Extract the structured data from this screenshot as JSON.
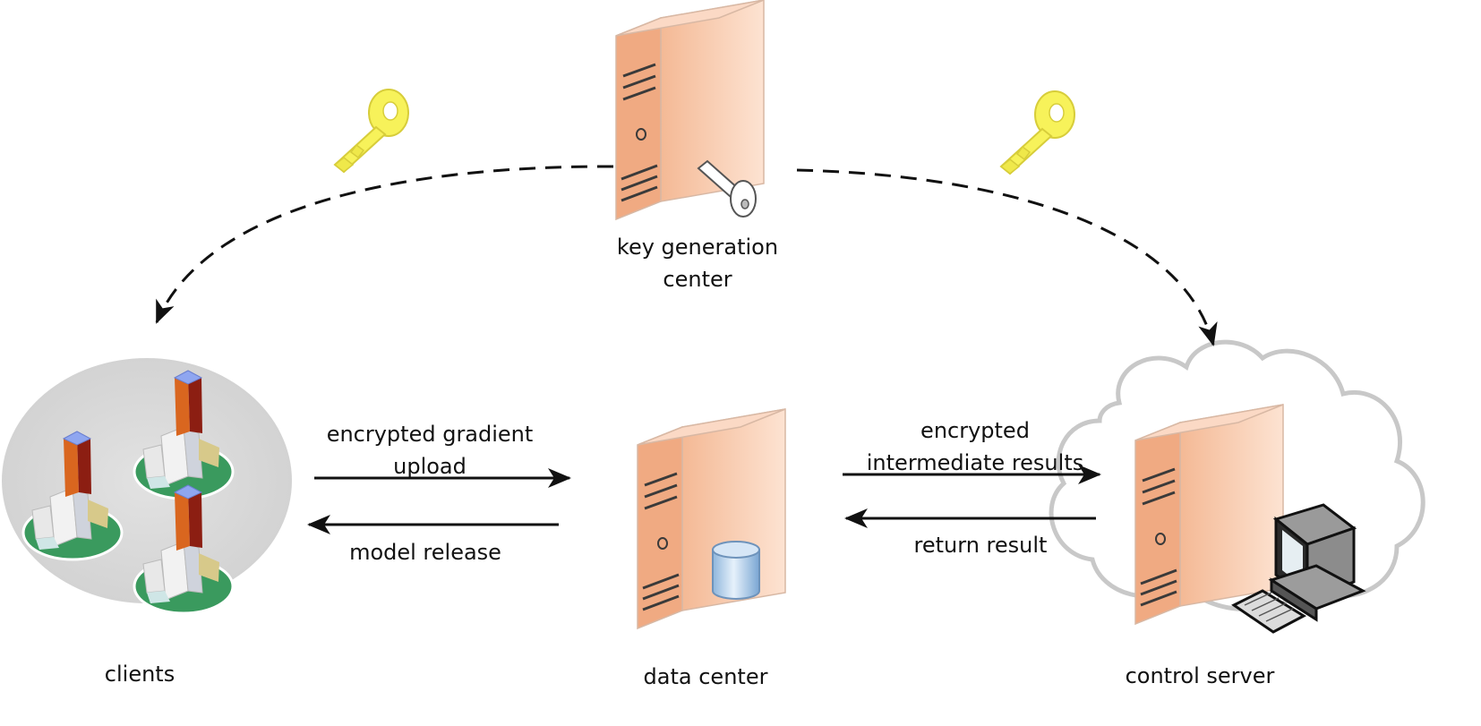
{
  "nodes": {
    "key_center": {
      "label_line1": "key generation",
      "label_line2": "center"
    },
    "clients": {
      "label": "clients"
    },
    "data_center": {
      "label": "data center"
    },
    "control_server": {
      "label": "control server"
    }
  },
  "edges": {
    "upload": {
      "label_line1": "encrypted gradient",
      "label_line2": "upload"
    },
    "release": {
      "label": "model release"
    },
    "intermediate": {
      "label_line1": "encrypted",
      "label_line2": "intermediate results"
    },
    "return": {
      "label": "return result"
    }
  },
  "colors": {
    "server_face": "#f8c9a8",
    "server_side": "#e9a47e",
    "key_yellow": "#f7f25a",
    "cloud_stroke": "#c8c8c8",
    "ellipse_fill": "#d9d9d9",
    "arrow": "#111111"
  }
}
